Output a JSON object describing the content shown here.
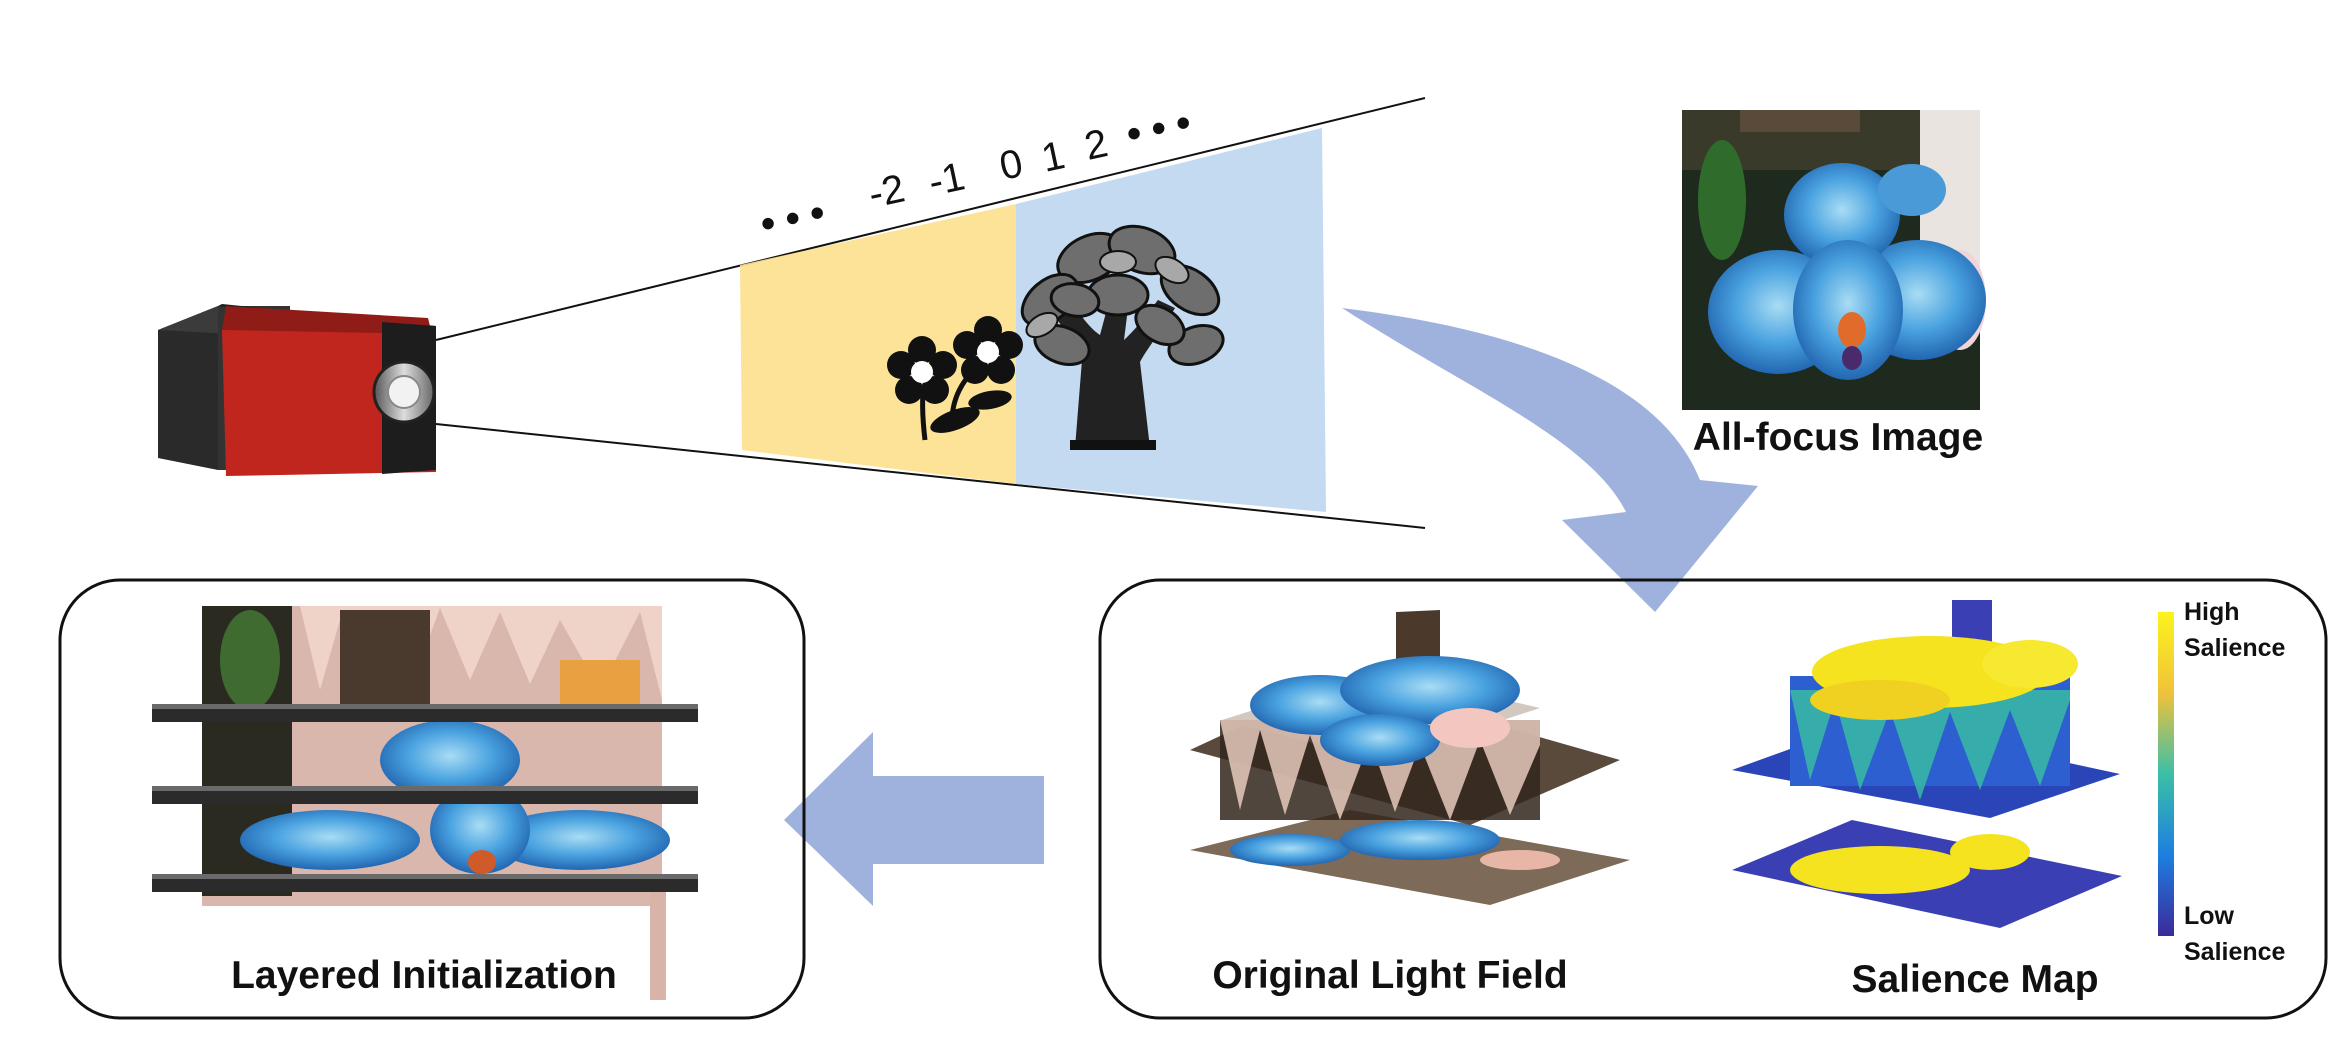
{
  "focal_plane_labels": [
    "• • •",
    "-2",
    "-1",
    "0",
    "1",
    "2",
    "• • •"
  ],
  "all_focus_label": "All-focus Image",
  "original_light_field_label": "Original Light Field",
  "salience_map_label": "Salience Map",
  "layered_initialization_label": "Layered Initialization",
  "colorbar": {
    "high": "High",
    "low": "Low",
    "unit": "Salience"
  },
  "colors": {
    "yellow_plane": "#fce08c",
    "blue_plane": "#bcd6f0",
    "arrow": "#9fb1dd",
    "camera_red": "#c0261e",
    "salience_yellow": "#f4e31e",
    "salience_blue": "#3a3fb3"
  }
}
